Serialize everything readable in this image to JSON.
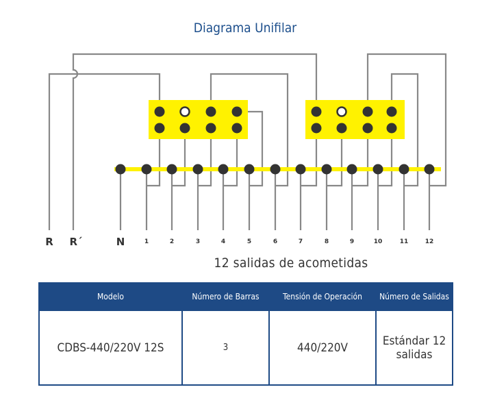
{
  "title": "Diagrama Unifilar",
  "subtitle": "12 salidas de acometidas",
  "colors": {
    "bus": "#fff200",
    "wire": "#888888",
    "terminal": "#333333",
    "header": "#1e4a85",
    "title": "#1d4f8c"
  },
  "diagram": {
    "line_labels": [
      "R",
      "R´",
      "N"
    ],
    "outputs": [
      "1",
      "2",
      "3",
      "4",
      "5",
      "6",
      "7",
      "8",
      "9",
      "10",
      "11",
      "12"
    ]
  },
  "table": {
    "headers": [
      "Modelo",
      "Número de Barras",
      "Tensión de Operación",
      "Número de Salidas"
    ],
    "row": [
      "CDBS-440/220V 12S",
      "3",
      "440/220V",
      "Estándar 12 salidas"
    ]
  }
}
